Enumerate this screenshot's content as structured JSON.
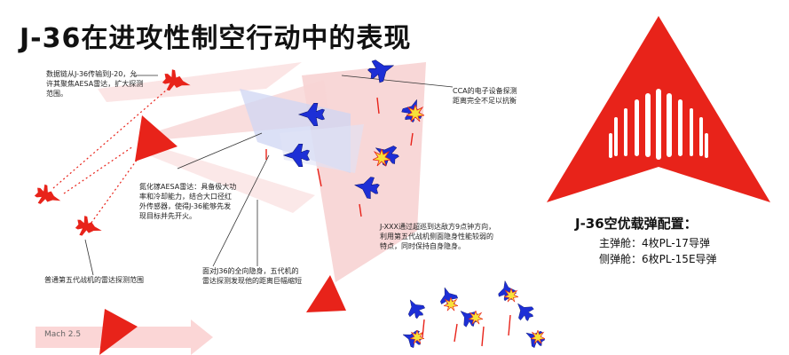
{
  "title": "J-36在进攻性制空行动中的表现",
  "annotations": {
    "datalink": "数据链从J-36传输到J-20，允\n许其聚焦AESA雷达，扩大探测\n范围。",
    "cca": "CCA的电子设备探测\n距离完全不足以抗衡",
    "gan": "氮化镓AESA雷达：具备极大功\n率和冷却能力，结合大口径红\n外传感器，使得J-36能够先发\n现目标并先开火。",
    "jxxx": "J-XXX通过超巡到达敌方9点钟方向，\n利用第五代战机侧面隐身性能较弱的\n特点，同时保持自身隐身。",
    "fifth_gen": "普通第五代战机的雷达探测范围",
    "stealth": "面对J36的全向隐身，五代机的\n雷达探测发现他的距离巨幅缩短",
    "mach": "Mach 2.5"
  },
  "payload": {
    "title": "J-36空优载弹配置：",
    "main_bay": "主弹舱：4枚PL-17导弹",
    "side_bay": "侧弹舱：6枚PL-15E导弹"
  },
  "colors": {
    "red": "#e8231a",
    "blue": "#1d2fd6",
    "pink_cone": "#f6c9c9",
    "blue_cone": "#cfd5f3",
    "explosion": "#f7e23a"
  }
}
